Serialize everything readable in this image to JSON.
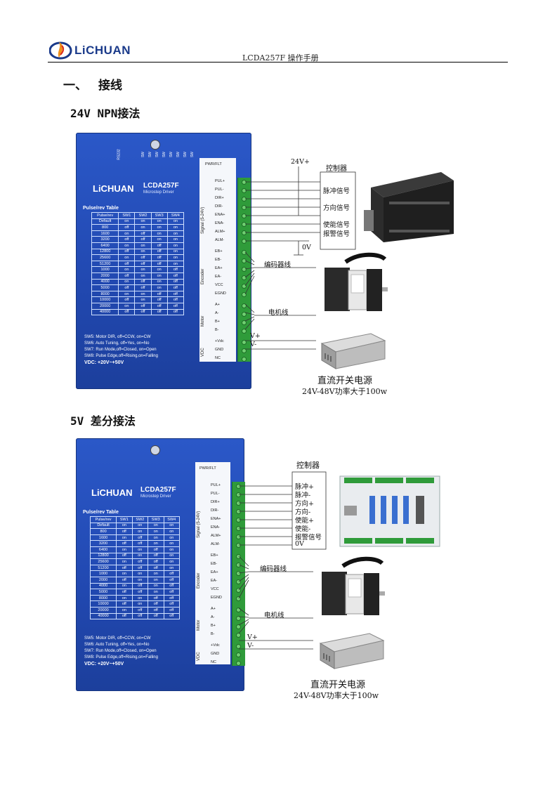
{
  "header": {
    "logo_text": "LiCHUAN",
    "doc_title": "LCDA257F 操作手册"
  },
  "section": {
    "number": "一、",
    "title": "接线"
  },
  "colors": {
    "driver_blue": "#2148b0",
    "terminal_green": "#2f9b3a",
    "logo_orange": "#f0901c",
    "logo_blue": "#1a3a8a"
  },
  "driver": {
    "brand": "LiCHUAN",
    "model": "LCDA257F",
    "subtitle": "Microstep Driver",
    "top_pins": [
      "RS232",
      "SW",
      "SW",
      "SW",
      "SW",
      "SW",
      "SW",
      "SW",
      "SW"
    ],
    "pwr_label": "PWR/FLT",
    "table_title": "Pulse/rev  Table",
    "table_headers": [
      "Pulse/rev",
      "SW1",
      "SW2",
      "SW3",
      "SW4"
    ],
    "table_rows": [
      [
        "Default",
        "on",
        "on",
        "on",
        "on"
      ],
      [
        "800",
        "off",
        "on",
        "on",
        "on"
      ],
      [
        "1600",
        "on",
        "off",
        "on",
        "on"
      ],
      [
        "3200",
        "off",
        "off",
        "on",
        "on"
      ],
      [
        "6400",
        "on",
        "on",
        "off",
        "on"
      ],
      [
        "12800",
        "off",
        "on",
        "off",
        "on"
      ],
      [
        "25600",
        "on",
        "off",
        "off",
        "on"
      ],
      [
        "51200",
        "off",
        "off",
        "off",
        "on"
      ],
      [
        "1000",
        "on",
        "on",
        "on",
        "off"
      ],
      [
        "2000",
        "off",
        "on",
        "on",
        "off"
      ],
      [
        "4000",
        "on",
        "off",
        "on",
        "off"
      ],
      [
        "5000",
        "off",
        "off",
        "on",
        "off"
      ],
      [
        "8000",
        "on",
        "on",
        "off",
        "off"
      ],
      [
        "10000",
        "off",
        "on",
        "off",
        "off"
      ],
      [
        "20000",
        "on",
        "off",
        "off",
        "off"
      ],
      [
        "40000",
        "off",
        "off",
        "off",
        "off"
      ]
    ],
    "sw_notes": [
      "SW5: Motor DIR, off=CCW, on=CW",
      "SW6: Auto Tuning, off=Yes, on=No",
      "SW7: Run Mode,off=Closed, on=Open",
      "SW8: Pulse Edge,off=Rising,on=Falling"
    ],
    "vdc_note": "VDC: +20V~+50V",
    "groups": {
      "signal": "Signal (5-24V)",
      "encoder": "Encoder",
      "motor": "Motor",
      "vdc": "VDC"
    },
    "signal_pins": [
      "PUL+",
      "PUL-",
      "DIR+",
      "DIR-",
      "ENA+",
      "ENA-",
      "ALM+",
      "ALM-"
    ],
    "encoder_pins": [
      "EB+",
      "EB-",
      "EA+",
      "EA-",
      "VCC",
      "EGND"
    ],
    "motor_pins": [
      "A+",
      "A-",
      "B+",
      "B-"
    ],
    "power_pins": [
      "+Vdc",
      "GND",
      "NC"
    ]
  },
  "diagram1": {
    "title": "24V NPN接法",
    "v24": "24V+",
    "controller_title": "控制器",
    "controller_labels": [
      "脉冲信号",
      "方向信号",
      "使能信号",
      "报警信号"
    ],
    "zero_v": "0V",
    "encoder_wire": "编码器线",
    "motor_wire": "电机线",
    "vplus": "V+",
    "vminus": "V-",
    "psu_caption": "直流开关电源",
    "psu_spec": "24V-48V功率大于100w"
  },
  "diagram2": {
    "title": "5V 差分接法",
    "controller_title": "控制器",
    "controller_labels": [
      "脉冲+",
      "脉冲-",
      "方向+",
      "方向-",
      "使能+",
      "使能-",
      "报警信号",
      "0V"
    ],
    "encoder_wire": "编码器线",
    "motor_wire": "电机线",
    "vplus": "V+",
    "vminus": "V-",
    "psu_caption": "直流开关电源",
    "psu_spec": "24V-48V功率大于100w"
  }
}
